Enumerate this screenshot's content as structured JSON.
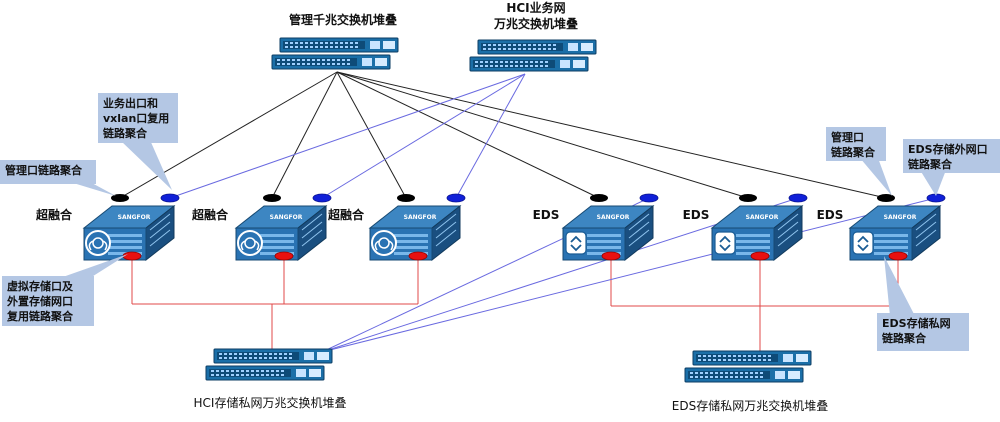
{
  "switches": {
    "mgmt": {
      "title": "管理千兆交换机堆叠"
    },
    "hci_biz": {
      "title_line1": "HCI业务网",
      "title_line2": "万兆交换机堆叠"
    },
    "hci_storage": {
      "title": "HCI存储私网万兆交换机堆叠"
    },
    "eds_storage": {
      "title": "EDS存储私网万兆交换机堆叠"
    }
  },
  "servers": [
    {
      "label": "超融合",
      "brand": "SANGFOR"
    },
    {
      "label": "超融合",
      "brand": "SANGFOR"
    },
    {
      "label": "超融合",
      "brand": "SANGFOR"
    },
    {
      "label": "EDS",
      "brand": "SANGFOR"
    },
    {
      "label": "EDS",
      "brand": "SANGFOR"
    },
    {
      "label": "EDS",
      "brand": "SANGFOR"
    }
  ],
  "callouts": {
    "biz_vxlan": [
      "业务出口和",
      "vxlan口复用",
      "链路聚合"
    ],
    "mgmt_left": [
      "管理口链路聚合"
    ],
    "virt_storage": [
      "虚拟存储口及",
      "外置存储网口",
      "复用链路聚合"
    ],
    "mgmt_right": [
      "管理口",
      "链路聚合"
    ],
    "eds_ext": [
      "EDS存储外网口",
      "链路聚合"
    ],
    "eds_private": [
      "EDS存储私网",
      "链路聚合"
    ]
  },
  "colors": {
    "mgmt_line": "#222222",
    "business_line": "#6a6ae0",
    "storage_line": "#e04848",
    "callout_fill": "#b4c7e4",
    "switch_body": "#1a6aa3"
  }
}
